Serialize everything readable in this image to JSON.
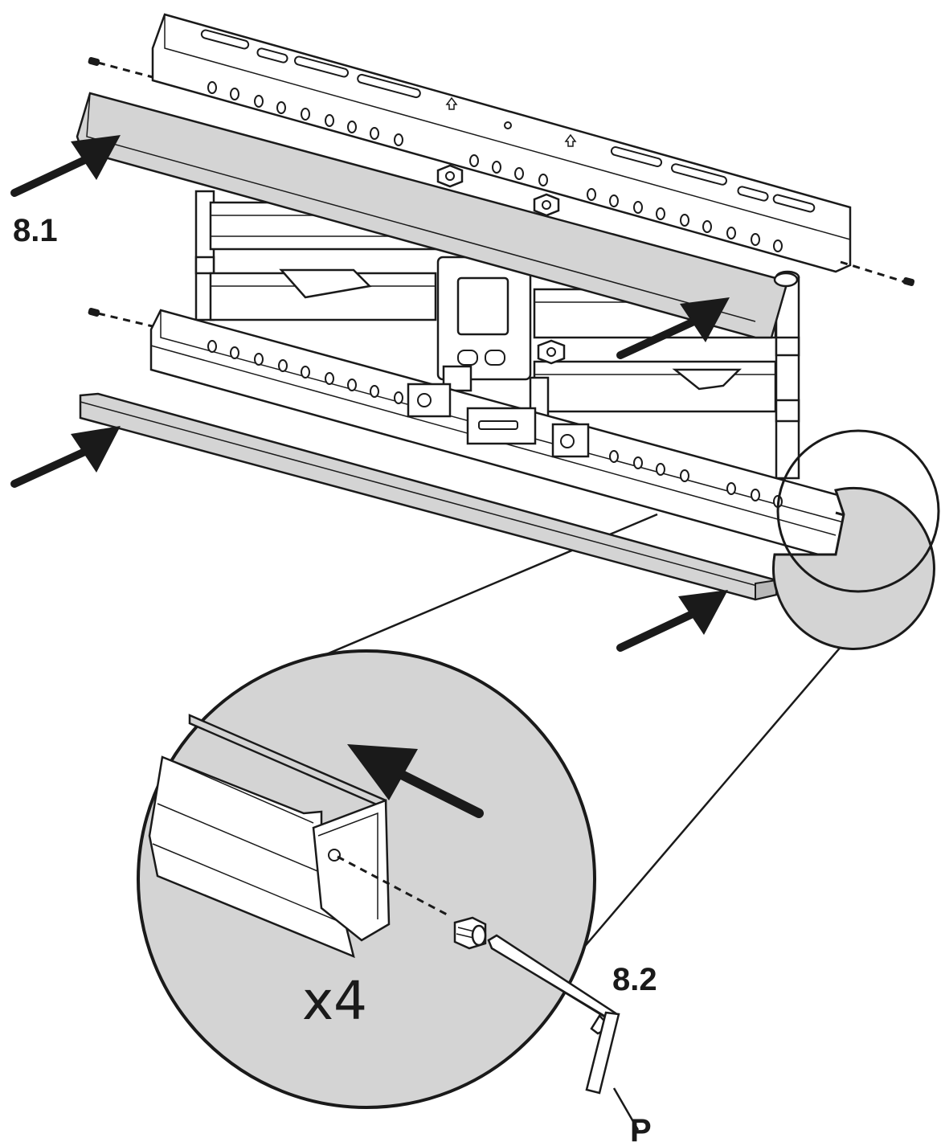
{
  "labels": {
    "step_8_1": "8.1",
    "step_8_2": "8.2",
    "quantity": "x4",
    "part_letter": "P"
  },
  "colors": {
    "ink": "#1a1a1a",
    "cover_grey": "#d4d4d4",
    "background": "#ffffff"
  },
  "icons": [
    "screw-icon",
    "allen-key-icon",
    "push-arrow-icon"
  ]
}
